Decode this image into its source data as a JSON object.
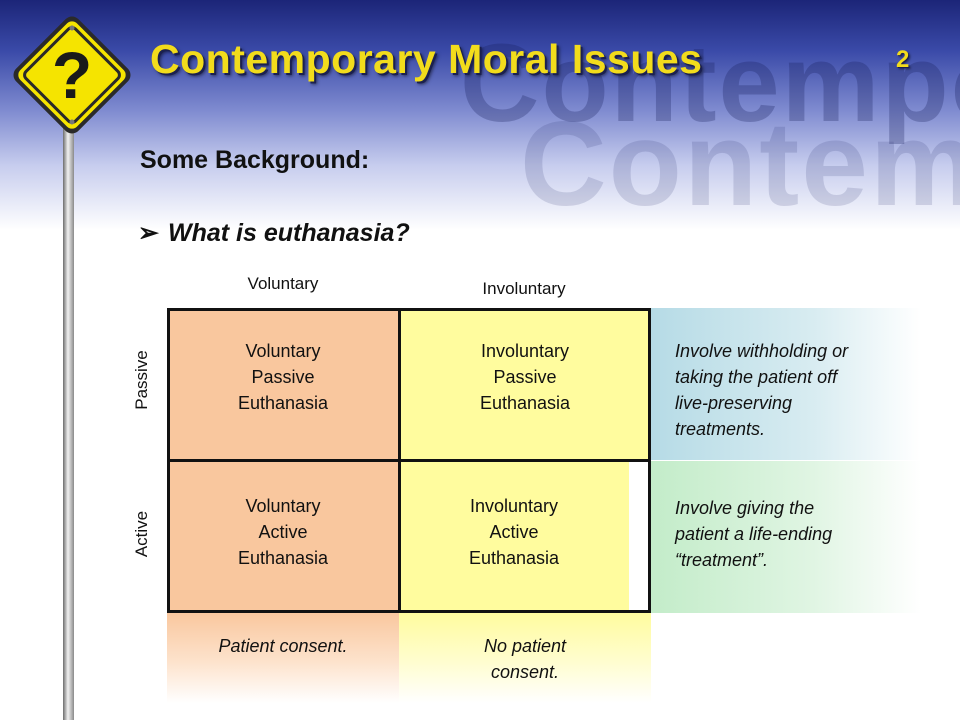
{
  "header": {
    "app_title": "Contemporary Moral Issues",
    "watermark": "Contemporary Moral",
    "page_number": "2",
    "sign_glyph": "?",
    "sign_icon": "question-road-sign-icon"
  },
  "slide": {
    "section_title": "Some Background:",
    "bullet_glyph": "➢",
    "bullet": "What is euthanasia?"
  },
  "matrix": {
    "columns": [
      "Voluntary",
      "Involuntary"
    ],
    "rows": [
      "Passive",
      "Active"
    ],
    "cells": {
      "voluntary_passive": [
        "Voluntary",
        "Passive",
        "Euthanasia"
      ],
      "involuntary_passive": [
        "Involuntary",
        "Passive",
        "Euthanasia"
      ],
      "voluntary_active": [
        "Voluntary",
        "Active",
        "Euthanasia"
      ],
      "involuntary_active": [
        "Involuntary",
        "Active",
        "Euthanasia"
      ]
    },
    "descriptions": {
      "passive": [
        "Involve withholding or",
        "taking the patient off",
        "live-preserving",
        "treatments."
      ],
      "active": [
        "Involve giving the",
        "patient a life-ending",
        "“treatment”."
      ]
    },
    "consent": {
      "voluntary": [
        "Patient consent."
      ],
      "involuntary": [
        "No patient",
        "consent."
      ]
    }
  },
  "colors": {
    "header_dark": "#1c2578",
    "title_yellow": "#f2dc1c",
    "sign_yellow": "#f5e400",
    "voluntary_fill": "#f9c79e",
    "involuntary_fill": "#fffc9e",
    "passive_desc": "#b6dbe6",
    "active_desc": "#c3ecc9"
  }
}
